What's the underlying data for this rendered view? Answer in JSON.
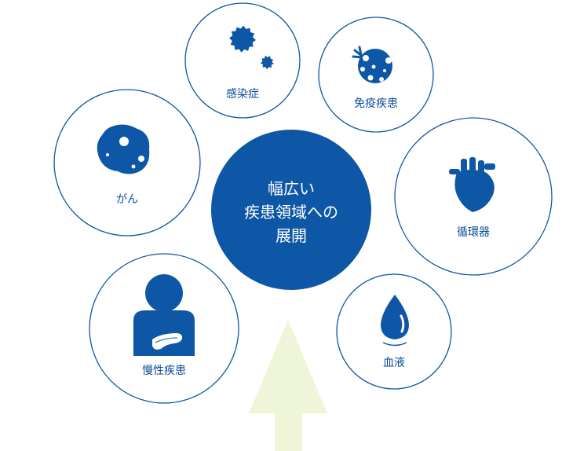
{
  "colors": {
    "primary": "#0d57a6",
    "outline": "#0d57a6",
    "arrow": "#eef5d9"
  },
  "center": {
    "lines": [
      "幅広い",
      "疾患領域への",
      "展開"
    ]
  },
  "nodes": [
    {
      "id": "infection",
      "label": "感染症",
      "icon": "virus-icon"
    },
    {
      "id": "immune",
      "label": "免疫疾患",
      "icon": "immune-cell-icon"
    },
    {
      "id": "cancer",
      "label": "がん",
      "icon": "tumor-cell-icon"
    },
    {
      "id": "circulatory",
      "label": "循環器",
      "icon": "heart-icon"
    },
    {
      "id": "chronic",
      "label": "慢性疾患",
      "icon": "person-pancreas-icon"
    },
    {
      "id": "blood",
      "label": "血液",
      "icon": "blood-drop-icon"
    }
  ]
}
